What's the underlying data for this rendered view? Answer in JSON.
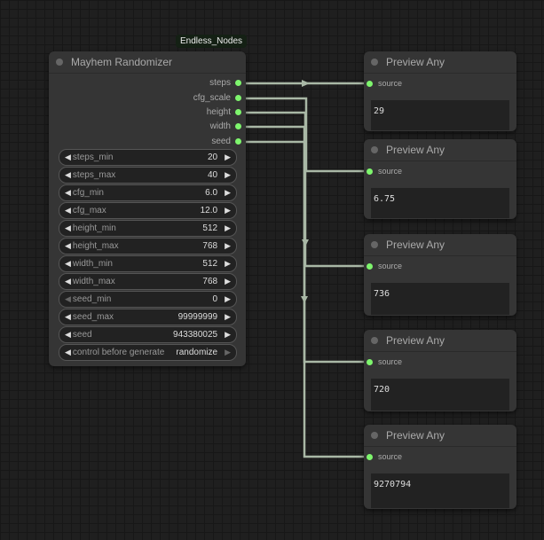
{
  "group_label": "Endless_Nodes",
  "main_node": {
    "title": "Mayhem Randomizer",
    "outputs": [
      "steps",
      "cfg_scale",
      "height",
      "width",
      "seed"
    ],
    "widgets": [
      {
        "name": "steps_min",
        "value": "20"
      },
      {
        "name": "steps_max",
        "value": "40"
      },
      {
        "name": "cfg_min",
        "value": "6.0"
      },
      {
        "name": "cfg_max",
        "value": "12.0"
      },
      {
        "name": "height_min",
        "value": "512"
      },
      {
        "name": "height_max",
        "value": "768"
      },
      {
        "name": "width_min",
        "value": "512"
      },
      {
        "name": "width_max",
        "value": "768"
      },
      {
        "name": "seed_min",
        "value": "0"
      },
      {
        "name": "seed_max",
        "value": "99999999"
      },
      {
        "name": "seed",
        "value": "943380025"
      },
      {
        "name": "control before generate",
        "value": "randomize"
      }
    ]
  },
  "preview_nodes": [
    {
      "title": "Preview Any",
      "input": "source",
      "value": "29"
    },
    {
      "title": "Preview Any",
      "input": "source",
      "value": "6.75"
    },
    {
      "title": "Preview Any",
      "input": "source",
      "value": "736"
    },
    {
      "title": "Preview Any",
      "input": "source",
      "value": "720"
    },
    {
      "title": "Preview Any",
      "input": "source",
      "value": "9270794"
    }
  ],
  "colors": {
    "pin": "#7ef56d",
    "wire": "#a9b8a6",
    "group": "#142014"
  }
}
